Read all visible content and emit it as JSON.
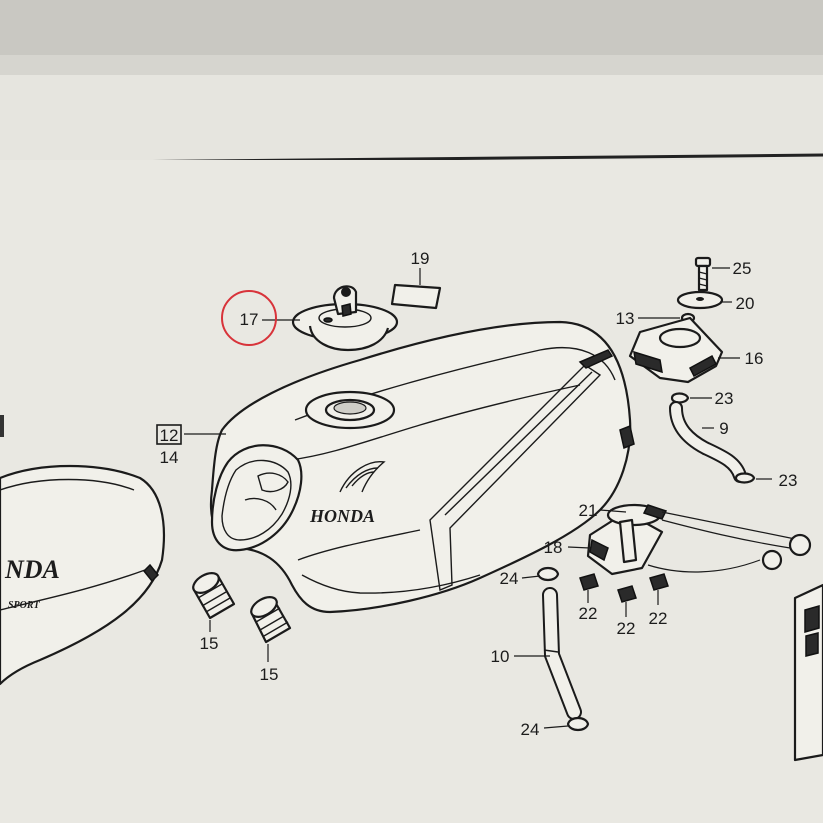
{
  "diagram": {
    "brand_text": "HONDA",
    "left_brand_text": "NDA",
    "left_sub_text": "SPORT",
    "highlight_color": "#d8333a",
    "callouts": {
      "c17": "17",
      "c19": "19",
      "c25": "25",
      "c20": "20",
      "c13": "13",
      "c16": "16",
      "c23a": "23",
      "c9": "9",
      "c23b": "23",
      "c12": "12",
      "c14": "14",
      "c21": "21",
      "c18": "18",
      "c24a": "24",
      "c22a": "22",
      "c22b": "22",
      "c22c": "22",
      "c15a": "15",
      "c15b": "15",
      "c10": "10",
      "c24b": "24"
    }
  }
}
